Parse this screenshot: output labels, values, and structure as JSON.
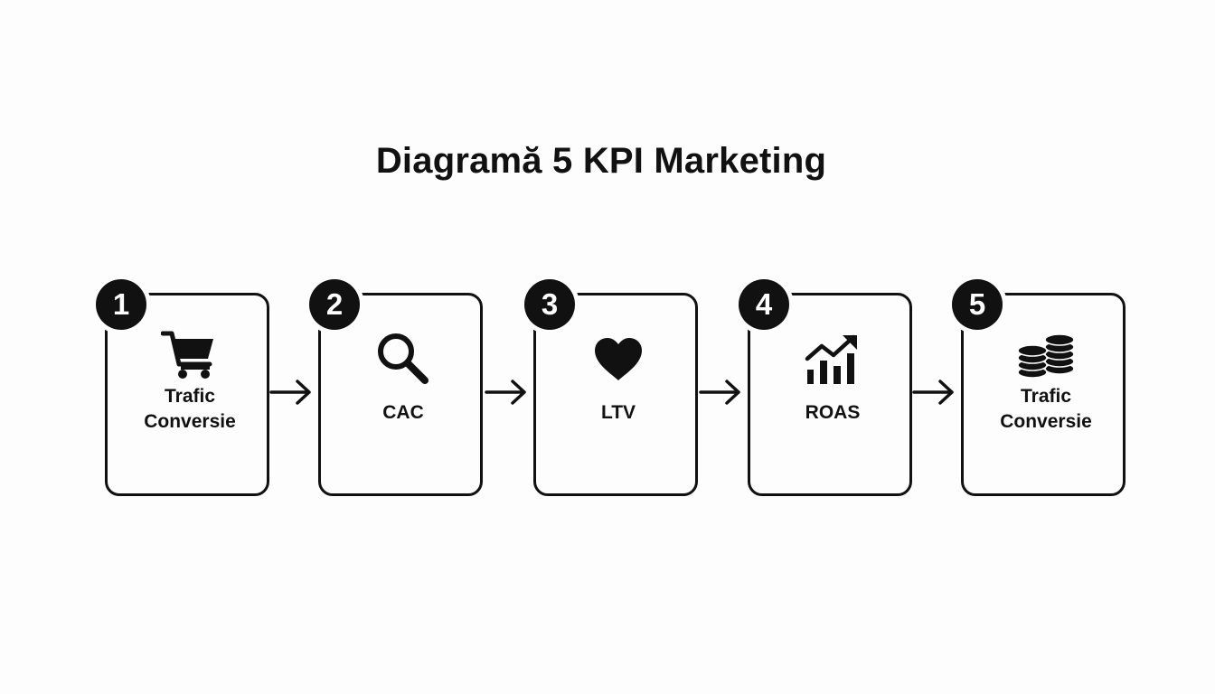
{
  "title": "Diagramă 5 KPI Marketing",
  "steps": [
    {
      "number": "1",
      "icon": "shopping-cart-icon",
      "label_lines": [
        "Trafic",
        "Conversie"
      ]
    },
    {
      "number": "2",
      "icon": "magnifier-icon",
      "label_lines": [
        "CAC"
      ]
    },
    {
      "number": "3",
      "icon": "heart-icon",
      "label_lines": [
        "LTV"
      ]
    },
    {
      "number": "4",
      "icon": "growth-chart-icon",
      "label_lines": [
        "ROAS"
      ]
    },
    {
      "number": "5",
      "icon": "coin-stacks-icon",
      "label_lines": [
        "Trafic",
        "Conversie"
      ]
    }
  ],
  "colors": {
    "ink": "#111111",
    "background": "#fdfdfd"
  }
}
